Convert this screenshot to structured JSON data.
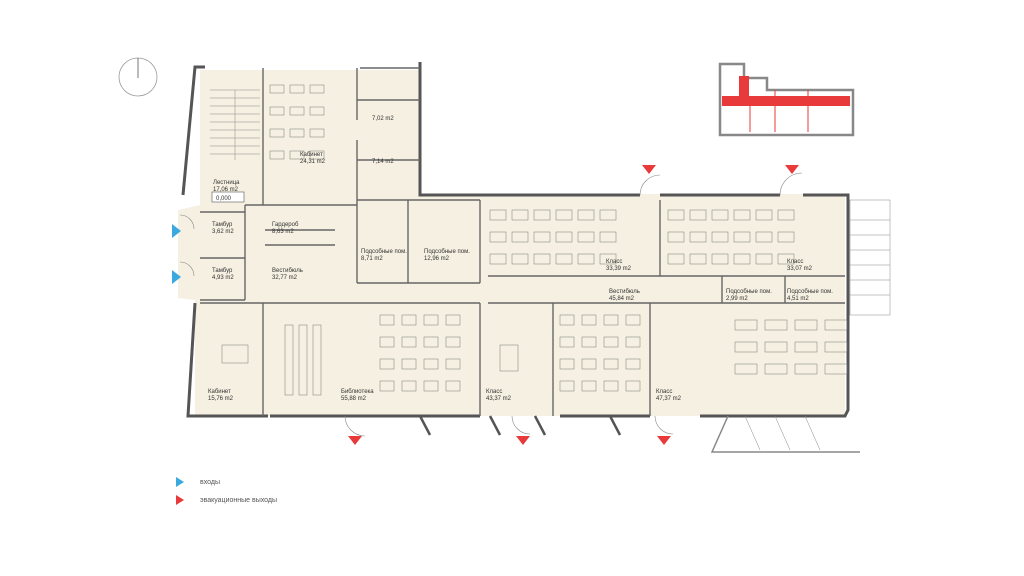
{
  "colors": {
    "room_fill": "#f5f0e1",
    "wall": "#555555",
    "entrance": "#3aa9dd",
    "evacuation": "#e83a3a",
    "keyplan_fill": "#e83a3a"
  },
  "rooms": [
    {
      "id": "stair",
      "name": "Лестница",
      "area": "17,06 m2"
    },
    {
      "id": "cab1",
      "name": "Кабинет",
      "area": "24,31 m2"
    },
    {
      "id": "wc1",
      "name": "",
      "area": "7,02 m2"
    },
    {
      "id": "wc2",
      "name": "",
      "area": "7,14 m2"
    },
    {
      "id": "tambur1",
      "name": "Тамбур",
      "area": "3,62 m2"
    },
    {
      "id": "wardrobe",
      "name": "Гардероб",
      "area": "8,63 m2"
    },
    {
      "id": "util1",
      "name": "Подсобные пом.",
      "area": "8,71 m2"
    },
    {
      "id": "util2",
      "name": "Подсобные пом.",
      "area": "12,96 m2"
    },
    {
      "id": "tambur2",
      "name": "Тамбур",
      "area": "4,93 m2"
    },
    {
      "id": "vest1",
      "name": "Вестибюль",
      "area": "32,77 m2"
    },
    {
      "id": "class1",
      "name": "Класс",
      "area": "33,39 m2"
    },
    {
      "id": "class2",
      "name": "Класс",
      "area": "33,07 m2"
    },
    {
      "id": "vest2",
      "name": "Вестибюль",
      "area": "45,84 m2"
    },
    {
      "id": "util3",
      "name": "Подсобные пом.",
      "area": "2,99 m2"
    },
    {
      "id": "util4",
      "name": "Подсобные пом.",
      "area": "4,51 m2"
    },
    {
      "id": "cab2",
      "name": "Кабинет",
      "area": "15,76 m2"
    },
    {
      "id": "library",
      "name": "Библиотека",
      "area": "55,88 m2"
    },
    {
      "id": "class3",
      "name": "Класс",
      "area": "43,37 m2"
    },
    {
      "id": "class4",
      "name": "Класс",
      "area": "47,37 m2"
    }
  ],
  "level_mark": "0,000",
  "legend": {
    "entrances": "входы",
    "evacuation": "эвакуационные выходы"
  },
  "icons": {
    "entrance": "blue-triangle-icon",
    "evacuation": "red-triangle-icon",
    "north": "north-arrow-icon"
  }
}
